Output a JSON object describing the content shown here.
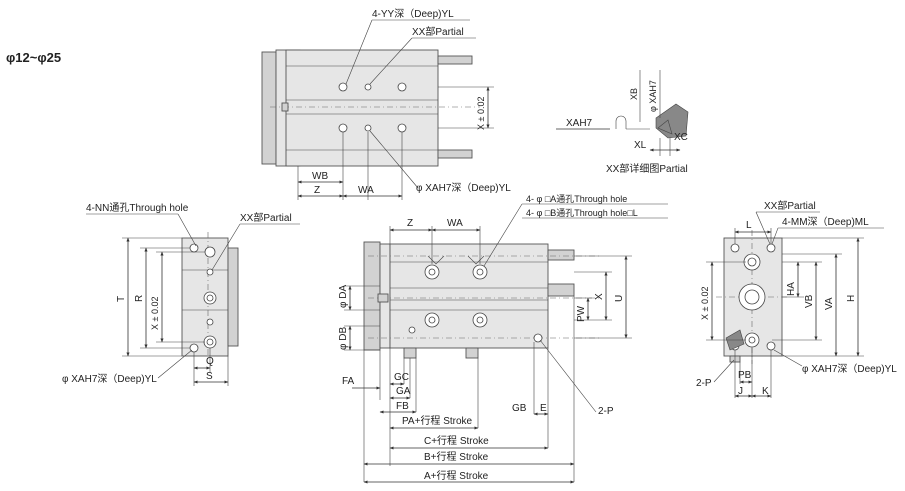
{
  "title": "φ12~φ25",
  "top_view": {
    "callout_yy": "4-YY深（Deep)YL",
    "callout_partial": "XX部Partial",
    "dim_x": "X ± 0.02",
    "dim_wb": "WB",
    "dim_z": "Z",
    "dim_wa": "WA",
    "callout_xah7": "φ XAH7深（Deep)YL"
  },
  "detail": {
    "xah7": "XAH7",
    "xb": "XB",
    "xah7_v": "φ XAH7",
    "xl": "XL",
    "xc": "XC",
    "caption": "XX部详细图Partial"
  },
  "left_view": {
    "callout_nn": "4-NN通孔Through hole",
    "callout_partial": "XX部Partial",
    "dim_t": "T",
    "dim_r": "R",
    "dim_x": "X ± 0.02",
    "dim_q": "Q",
    "dim_s": "S",
    "callout_xah7": "φ XAH7深（Deep)YL"
  },
  "front_view": {
    "dim_z": "Z",
    "dim_wa": "WA",
    "callout_a": "4- φ □A通孔Through hole",
    "callout_b": "4- φ □B通孔Through hole□L",
    "dim_da": "φ DA",
    "dim_db": "φ DB",
    "dim_u": "U",
    "dim_x": "X",
    "dim_pw": "PW",
    "dim_fa": "FA",
    "dim_gc": "GC",
    "dim_ga": "GA",
    "dim_fb": "FB",
    "dim_pa": "PA+行程 Stroke",
    "dim_gb": "GB",
    "dim_e": "E",
    "dim_2p": "2-P",
    "dim_c": "C+行程 Stroke",
    "dim_b": "B+行程 Stroke",
    "dim_a": "A+行程 Stroke"
  },
  "right_view": {
    "callout_partial": "XX部Partial",
    "callout_mm": "4-MM深（Deep)ML",
    "dim_l": "L",
    "dim_x": "X ± 0.02",
    "dim_ha": "HA",
    "dim_vb": "VB",
    "dim_va": "VA",
    "dim_h": "H",
    "dim_2p": "2-P",
    "dim_pb": "PB",
    "dim_j": "J",
    "dim_k": "K",
    "callout_xah7": "φ XAH7深（Deep)YL"
  }
}
